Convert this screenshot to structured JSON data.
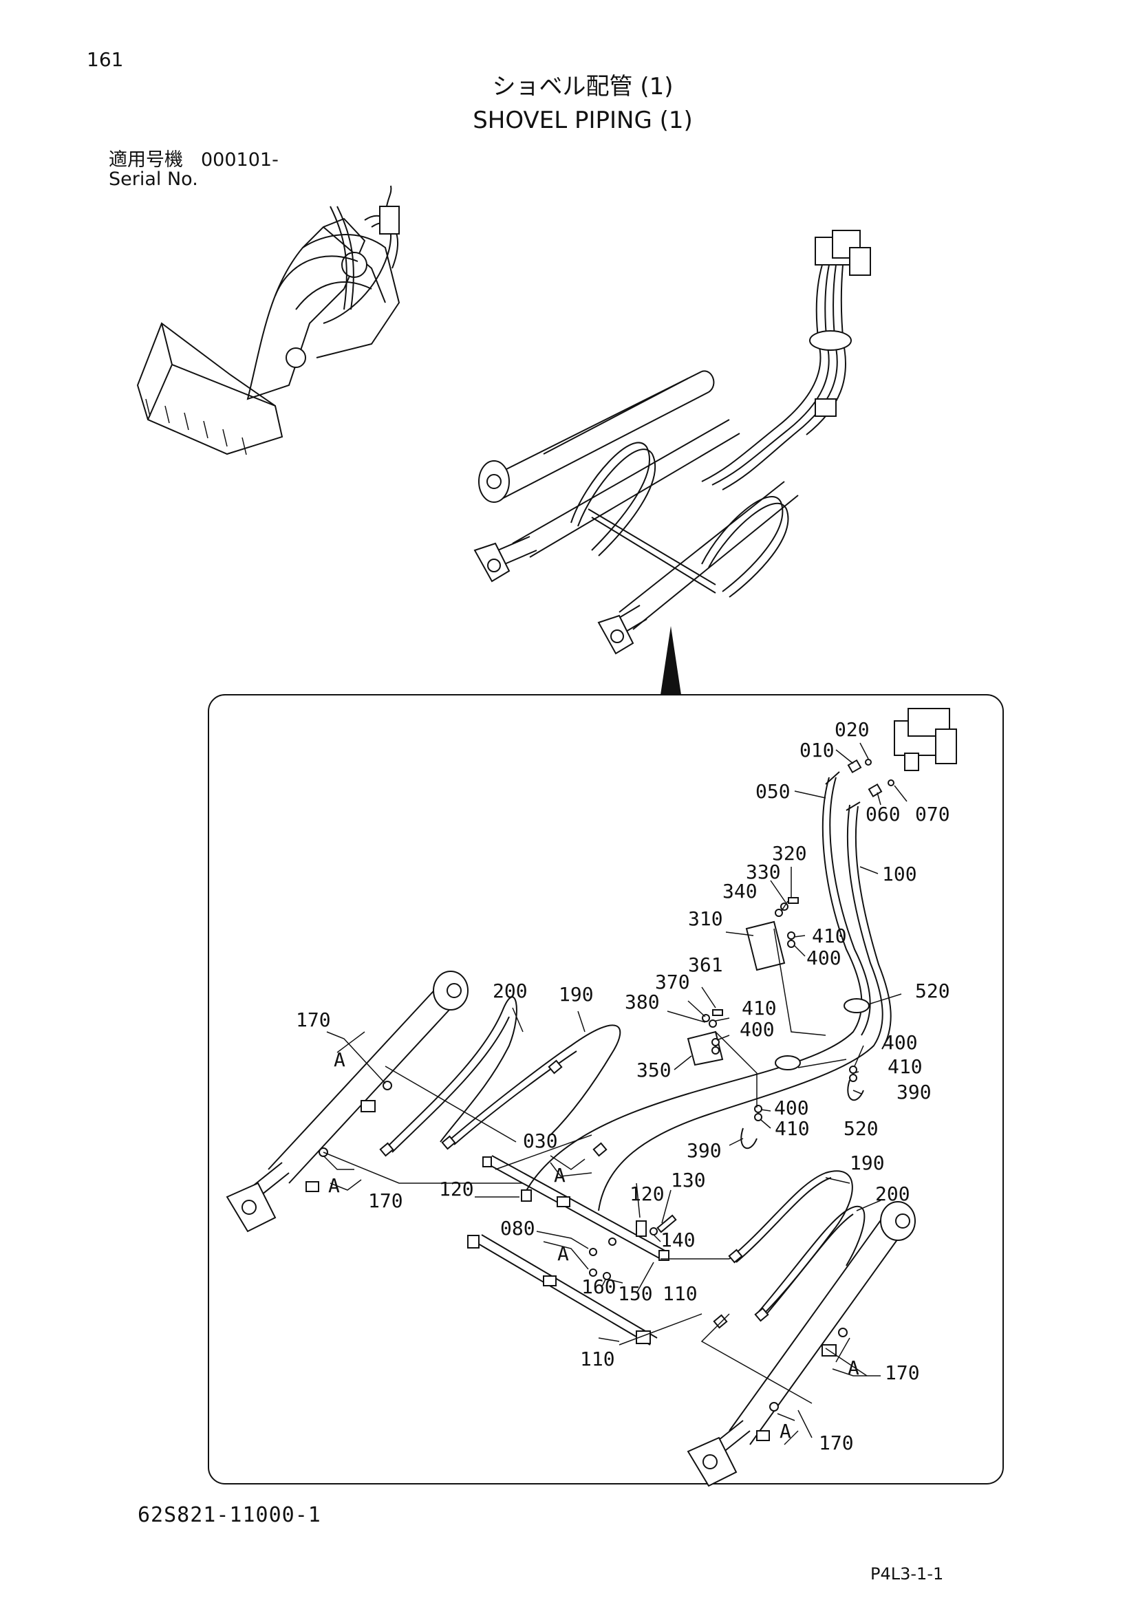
{
  "page_number": "161",
  "title_jp": "ショベル配管 (1)",
  "title_en": "SHOVEL PIPING (1)",
  "serial_label_jp": "適用号機",
  "serial_value": "000101-",
  "serial_label_en": "Serial No.",
  "drawing_number": "62S821-11000-1",
  "page_code": "P4L3-1-1",
  "callouts": {
    "c020": "020",
    "c010": "010",
    "c050": "050",
    "c060": "060",
    "c070": "070",
    "c320": "320",
    "c330": "330",
    "c100": "100",
    "c340": "340",
    "c310": "310",
    "c410a": "410",
    "c400a": "400",
    "c361": "361",
    "c370": "370",
    "c200a": "200",
    "c190a": "190",
    "c380": "380",
    "c410b": "410",
    "c520a": "520",
    "c170a": "170",
    "cAa": "A",
    "c400b": "400",
    "c350": "350",
    "c400c": "400",
    "c410c": "410",
    "c390a": "390",
    "c400d": "400",
    "c410d": "410",
    "c520b": "520",
    "c030": "030",
    "cAb": "A",
    "c390b": "390",
    "c190b": "190",
    "cAc": "A",
    "c170b": "170",
    "c120a": "120",
    "c120b": "120",
    "c130": "130",
    "c200b": "200",
    "c080": "080",
    "c140": "140",
    "cAd": "A",
    "c160": "160",
    "c150": "150",
    "c110a": "110",
    "cAe": "A",
    "c170c": "170",
    "c110b": "110",
    "cAf": "A",
    "c170d": "170"
  }
}
